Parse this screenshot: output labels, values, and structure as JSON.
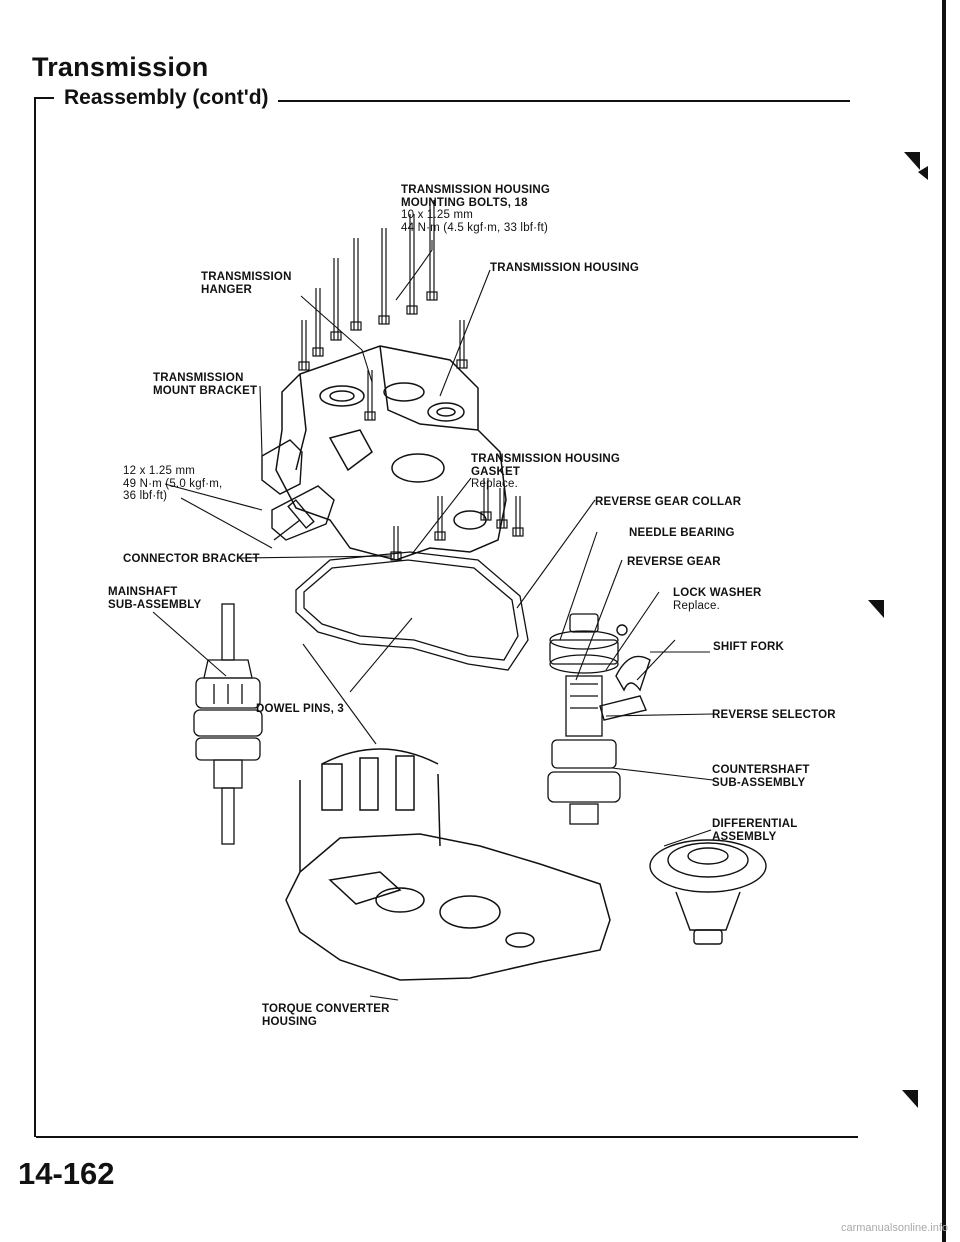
{
  "header": {
    "title": "Transmission",
    "subtitle": "Reassembly (cont'd)"
  },
  "labels": {
    "bolts": [
      "TRANSMISSION HOUSING",
      "MOUNTING BOLTS, 18",
      "10 x 1.25 mm",
      "44 N·m (4.5 kgf·m, 33 lbf·ft)"
    ],
    "hanger": [
      "TRANSMISSION",
      "HANGER"
    ],
    "housing": [
      "TRANSMISSION HOUSING"
    ],
    "mount_bracket": [
      "TRANSMISSION",
      "MOUNT BRACKET"
    ],
    "torque_spec": [
      "12 x 1.25 mm",
      "49 N·m (5.0 kgf·m,",
      "36 lbf·ft)"
    ],
    "gasket": [
      "TRANSMISSION HOUSING",
      "GASKET"
    ],
    "gasket_note": "Replace.",
    "reverse_collar": "REVERSE GEAR COLLAR",
    "needle_bearing": "NEEDLE BEARING",
    "reverse_gear": "REVERSE GEAR",
    "connector_bracket": "CONNECTOR BRACKET",
    "mainshaft": [
      "MAINSHAFT",
      "SUB-ASSEMBLY"
    ],
    "lock_washer": "LOCK WASHER",
    "lock_washer_note": "Replace.",
    "shift_fork": "SHIFT FORK",
    "dowel_pins": "DOWEL PINS, 3",
    "reverse_selector": "REVERSE SELECTOR",
    "countershaft": [
      "COUNTERSHAFT",
      "SUB-ASSEMBLY"
    ],
    "differential": [
      "DIFFERENTIAL",
      "ASSEMBLY"
    ],
    "torque_converter": [
      "TORQUE CONVERTER",
      "HOUSING"
    ]
  },
  "footer": {
    "page_number": "14-162",
    "watermark": "carmanualsonline.info"
  }
}
